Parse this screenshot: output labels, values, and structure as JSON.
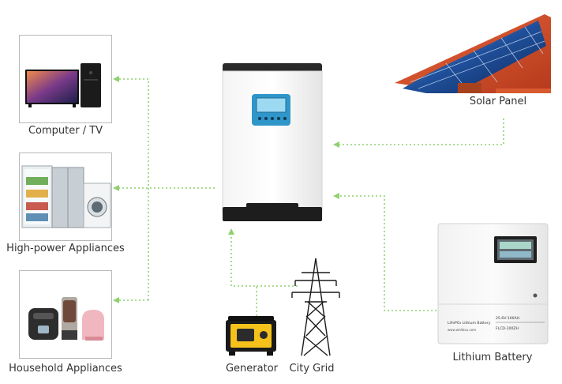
{
  "colors": {
    "connector": "#8fd16e",
    "box_border": "#b9b9b9",
    "label_text": "#333333"
  },
  "labels": {
    "computer_tv": "Computer / TV",
    "high_power": "High-power Appliances",
    "household": "Household Appliances",
    "solar_panel": "Solar Panel",
    "lithium_battery": "Lithium Battery",
    "generator": "Generator",
    "city_grid": "City Grid"
  },
  "battery_panel": {
    "title": "LiFePO₄ Lithium Battery",
    "spec": "25.6V-100AH",
    "model": "FLCD-100ZH",
    "website": "www.wnhbcu.com"
  }
}
